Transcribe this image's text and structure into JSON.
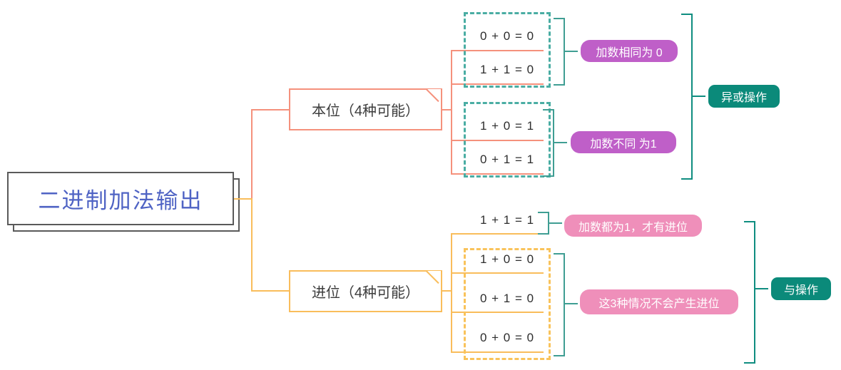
{
  "diagram": {
    "type": "mind-map",
    "title_node": {
      "label": "二进制加法输出",
      "color": "#4f63c4"
    },
    "branches": [
      {
        "id": "benwei",
        "label": "本位（4种可能）",
        "color": "#f5917c",
        "groups": [
          {
            "id": "same-addends",
            "equations": [
              "0 + 0 = 0",
              "1 + 1 = 0"
            ],
            "note": {
              "text": "加数相同为 0",
              "color": "#bf5fc8"
            }
          },
          {
            "id": "diff-addends",
            "equations": [
              "1 + 0 = 1",
              "0 + 1 = 1"
            ],
            "note": {
              "text": "加数不同 为1",
              "color": "#bf5fc8"
            }
          }
        ],
        "summary": {
          "text": "异或操作",
          "color": "#0b8a7a"
        }
      },
      {
        "id": "jinwei",
        "label": "进位（4种可能）",
        "color": "#f9bd5b",
        "groups": [
          {
            "id": "carry-yes",
            "equations": [
              "1 + 1 = 1"
            ],
            "note": {
              "text": "加数都为1，才有进位",
              "color": "#ef8fba"
            }
          },
          {
            "id": "carry-no",
            "equations": [
              "1 + 0 = 0",
              "0 + 1 = 0",
              "0 + 0 = 0"
            ],
            "note": {
              "text": "这3种情况不会产生进位",
              "color": "#ef8fba"
            }
          }
        ],
        "summary": {
          "text": "与操作",
          "color": "#0b8a7a"
        }
      }
    ]
  },
  "eq": {
    "b00": "0 + 0 = 0",
    "b11": "1 + 1 = 0",
    "b10": "1 + 0 = 1",
    "b01": "0 + 1 = 1",
    "c11": "1 + 1 = 1",
    "c10": "1 + 0 = 0",
    "c01": "0 + 1 = 0",
    "c00": "0 + 0 = 0"
  },
  "notes": {
    "same": "加数相同为 0",
    "diff": "加数不同 为1",
    "carry_yes": "加数都为1，才有进位",
    "carry_no": "这3种情况不会产生进位",
    "xor": "异或操作",
    "and": "与操作"
  }
}
